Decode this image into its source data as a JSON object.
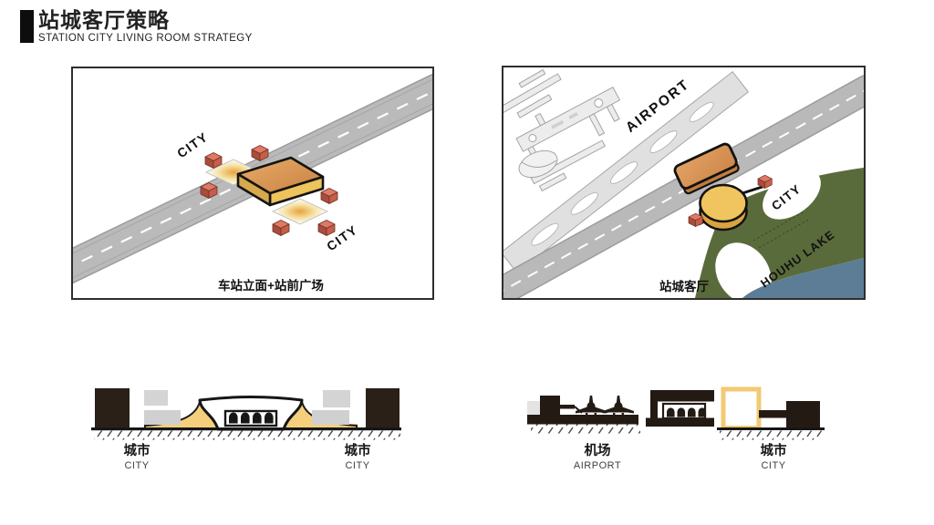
{
  "header": {
    "title": "站城客厅策略",
    "subtitle": "STATION CITY LIVING ROOM STRATEGY"
  },
  "panels": {
    "station": {
      "city_top": "CITY",
      "city_bottom": "CITY",
      "caption": "车站立面+站前广场"
    },
    "airport": {
      "airport": "AIRPORT",
      "city": "CITY",
      "lake": "HOUHU LAKE",
      "caption": "站城客厅"
    }
  },
  "sections": {
    "station": {
      "left_cn": "城市",
      "left_en": "CITY",
      "right_cn": "城市",
      "right_en": "CITY"
    },
    "airport": {
      "left_cn": "机场",
      "left_en": "AIRPORT",
      "right_cn": "城市",
      "right_en": "CITY"
    }
  },
  "colors": {
    "accent_yellow": "#F2CA74",
    "station_orange": "#DC9A55",
    "station_yellow": "#EEC45D",
    "block_red": "#C65E49",
    "land_green": "#5A6B3B",
    "lake_blue": "#5C7D95",
    "rail_gray": "#BABABA",
    "ink": "#1A1A1A"
  }
}
